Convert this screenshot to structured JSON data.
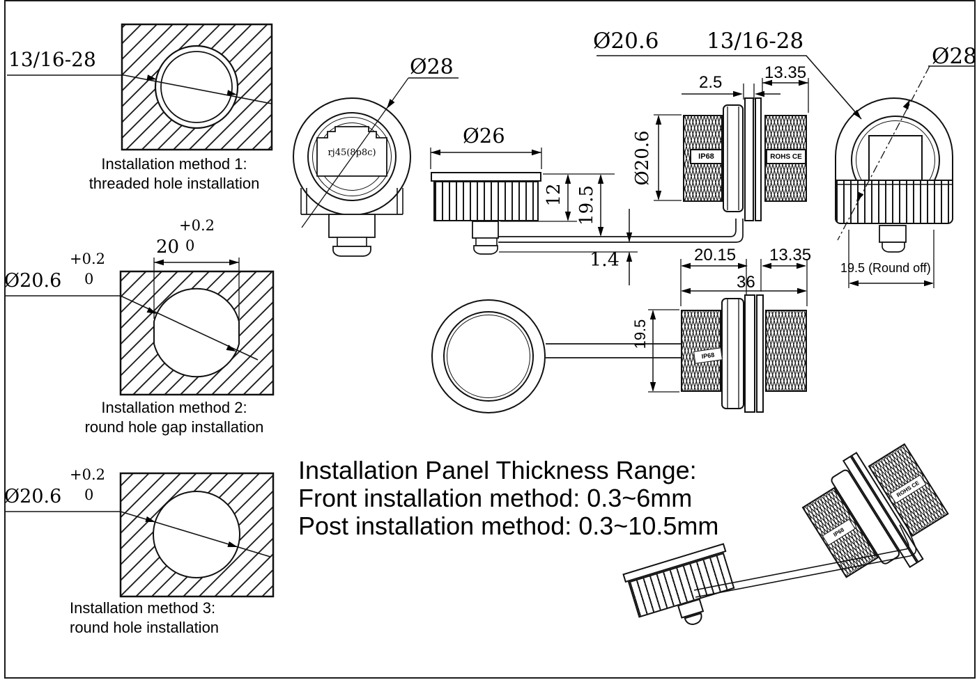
{
  "methods": [
    {
      "thread_label": "13/16-28",
      "caption1": "Installation method 1:",
      "caption2": "threaded hole installation"
    },
    {
      "dia_label": "Ø20.6",
      "tol_plus": "+0.2",
      "tol_zero": "0",
      "width_label": "20",
      "width_tol_plus": "+0.2",
      "width_tol_zero": "0",
      "caption1": "Installation method 2:",
      "caption2": "round hole gap installation"
    },
    {
      "dia_label": "Ø20.6",
      "tol_plus": "+0.2",
      "tol_zero": "0",
      "caption1": "Installation method 3:",
      "caption2": "round hole installation"
    }
  ],
  "front_view": {
    "dia": "Ø28",
    "jack": "rj45(8p8c)"
  },
  "cap_view": {
    "dia": "Ø26",
    "cap_height": "12",
    "total_height": "19.5",
    "gap": "1.4"
  },
  "body_top_view": {
    "dia_label": "Ø20.6",
    "thread_label": "13/16-28",
    "flange": "2.5",
    "thread_len": "13.35",
    "dia_vert": "Ø20.6",
    "badge_ip": "IP68",
    "badge_rohs": "ROHS CE"
  },
  "round_view": {
    "dia": "Ø28",
    "width": "19.5",
    "width_note": "(Round off)"
  },
  "body_side_view": {
    "len_left": "20.15",
    "len_right": "13.35",
    "len_total": "36",
    "dia_vert": "19.5",
    "badge_ip": "IP68"
  },
  "tilted_view": {
    "badge_ip": "IP68",
    "badge_rohs": "ROHS CE"
  },
  "note": {
    "line1": "Installation Panel Thickness Range:",
    "line2": "Front installation method: 0.3~6mm",
    "line3": "Post installation method: 0.3~10.5mm"
  }
}
